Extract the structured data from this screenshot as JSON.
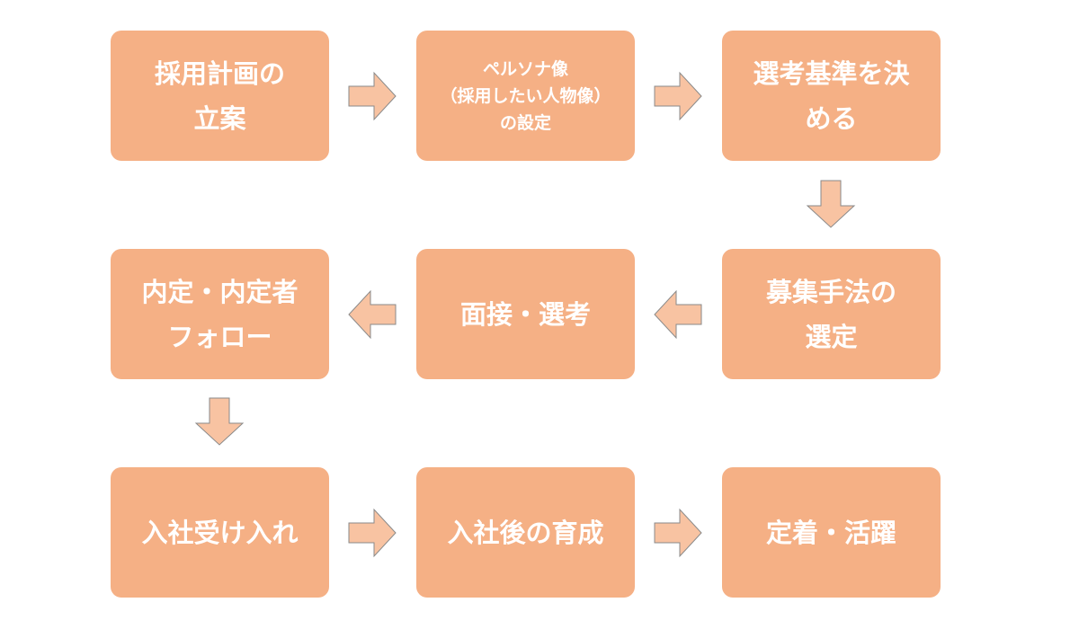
{
  "colors": {
    "box_fill": "#f5b085",
    "box_text": "#ffffff",
    "arrow_fill": "#f8c3a2",
    "arrow_stroke": "#8a8a8a"
  },
  "steps": [
    {
      "lines": [
        "採用計画の",
        "立案"
      ]
    },
    {
      "lines": [
        "ペルソナ像",
        "（採用したい人物像）",
        "の設定"
      ]
    },
    {
      "lines": [
        "選考基準を決",
        "める"
      ]
    },
    {
      "lines": [
        "募集手法の",
        "選定"
      ]
    },
    {
      "lines": [
        "面接・選考"
      ]
    },
    {
      "lines": [
        "内定・内定者",
        "フォロー"
      ]
    },
    {
      "lines": [
        "入社受け入れ"
      ]
    },
    {
      "lines": [
        "入社後の育成"
      ]
    },
    {
      "lines": [
        "定着・活躍"
      ]
    }
  ],
  "arrows": [
    {
      "from": 1,
      "to": 2,
      "direction": "right",
      "icon": "arrow-right-icon"
    },
    {
      "from": 2,
      "to": 3,
      "direction": "right",
      "icon": "arrow-right-icon"
    },
    {
      "from": 3,
      "to": 4,
      "direction": "down",
      "icon": "arrow-down-icon"
    },
    {
      "from": 4,
      "to": 5,
      "direction": "left",
      "icon": "arrow-left-icon"
    },
    {
      "from": 5,
      "to": 6,
      "direction": "left",
      "icon": "arrow-left-icon"
    },
    {
      "from": 6,
      "to": 7,
      "direction": "down",
      "icon": "arrow-down-icon"
    },
    {
      "from": 7,
      "to": 8,
      "direction": "right",
      "icon": "arrow-right-icon"
    },
    {
      "from": 8,
      "to": 9,
      "direction": "right",
      "icon": "arrow-right-icon"
    }
  ]
}
